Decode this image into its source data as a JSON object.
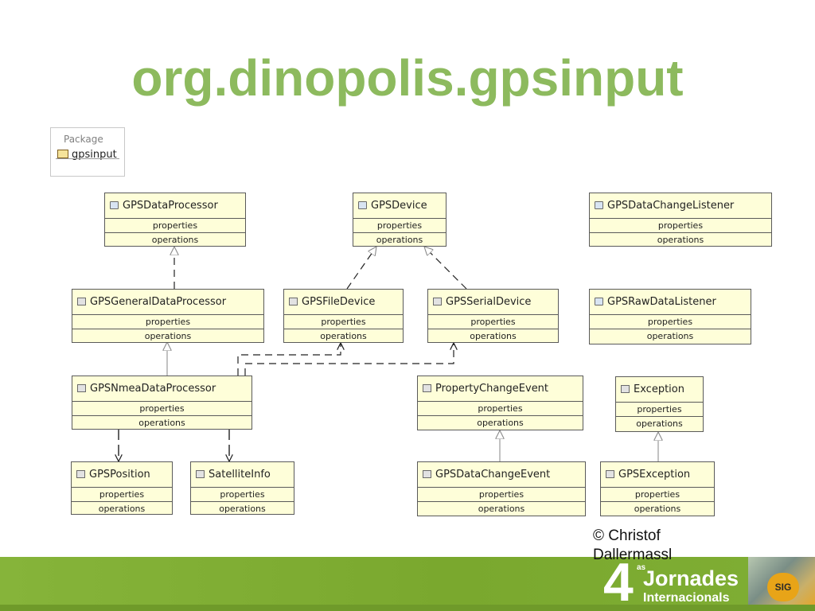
{
  "title": "org.dinopolis.gpsinput",
  "package": {
    "label": "Package",
    "name": "gpsinput"
  },
  "classes": [
    {
      "name": "GPSDataProcessor",
      "properties": "properties",
      "operations": "operations",
      "icon": "interface-icon"
    },
    {
      "name": "GPSDevice",
      "properties": "properties",
      "operations": "operations",
      "icon": "interface-icon"
    },
    {
      "name": "GPSDataChangeListener",
      "properties": "properties",
      "operations": "operations",
      "icon": "interface-icon"
    },
    {
      "name": "GPSGeneralDataProcessor",
      "properties": "properties",
      "operations": "operations",
      "icon": "class-icon"
    },
    {
      "name": "GPSFileDevice",
      "properties": "properties",
      "operations": "operations",
      "icon": "class-icon"
    },
    {
      "name": "GPSSerialDevice",
      "properties": "properties",
      "operations": "operations",
      "icon": "class-icon"
    },
    {
      "name": "GPSRawDataListener",
      "properties": "properties",
      "operations": "operations",
      "icon": "interface-icon"
    },
    {
      "name": "GPSNmeaDataProcessor",
      "properties": "properties",
      "operations": "operations",
      "icon": "class-icon"
    },
    {
      "name": "PropertyChangeEvent",
      "properties": "properties",
      "operations": "operations",
      "icon": "class-icon"
    },
    {
      "name": "Exception",
      "properties": "properties",
      "operations": "operations",
      "icon": "class-icon"
    },
    {
      "name": "GPSPosition",
      "properties": "properties",
      "operations": "operations",
      "icon": "class-icon"
    },
    {
      "name": "SatelliteInfo",
      "properties": "properties",
      "operations": "operations",
      "icon": "class-icon"
    },
    {
      "name": "GPSDataChangeEvent",
      "properties": "properties",
      "operations": "operations",
      "icon": "class-icon"
    },
    {
      "name": "GPSException",
      "properties": "properties",
      "operations": "operations",
      "icon": "class-icon"
    }
  ],
  "copyright": "© Christof Dallermassl",
  "footer": {
    "logo_number": "4",
    "logo_superscript": "as",
    "logo_line1": "Jornades",
    "logo_line2": "Internacionals",
    "logo_badge": "SIG"
  },
  "colors": {
    "title": "#8dba5e",
    "class_fill": "#fefed9",
    "footer": "#86b43a"
  }
}
